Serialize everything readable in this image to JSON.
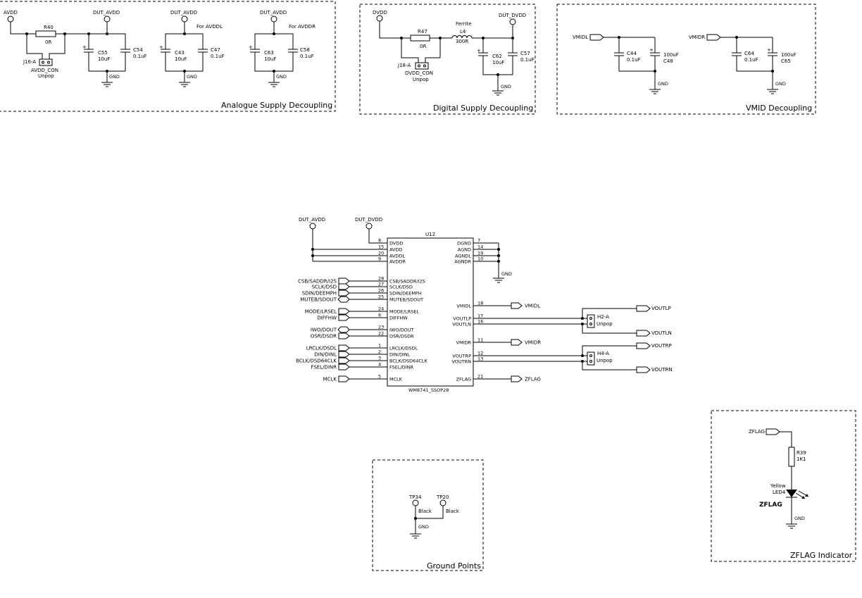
{
  "sections": {
    "analogue": "Analogue Supply Decoupling",
    "digital": "Digital Supply Decoupling",
    "vmid": "VMID Decoupling",
    "ground": "Ground Points",
    "zflag": "ZFLAG Indicator"
  },
  "analogue": {
    "avdd": "AVDD",
    "dut_avdd": "DUT_AVDD",
    "r40": "R40",
    "r40_val": "0R",
    "j16": "J16-A",
    "j16_name": "AVDD_CON",
    "j16_pop": "Unpop",
    "c55": "C55",
    "c55_val": "10uF",
    "c54": "C54",
    "c54_val": "0.1uF",
    "c43": "C43",
    "c43_val": "10uF",
    "c47": "C47",
    "c47_val": "0.1uF",
    "for_avddl": "For AVDDL",
    "c63": "C63",
    "c63_val": "10uF",
    "c58": "C58",
    "c58_val": "0.1uF",
    "for_avddr": "For AVDDR",
    "gnd": "GND"
  },
  "digital": {
    "dvdd": "DVDD",
    "dut_dvdd": "DUT_DVDD",
    "r47": "R47",
    "r47_val": "0R",
    "ferrite": "Ferrite",
    "l4": "L4",
    "l4_val": "300R",
    "j18": "J18-A",
    "j18_name": "DVDD_CON",
    "j18_pop": "Unpop",
    "c62": "C62",
    "c62_val": "10uF",
    "c57": "C57",
    "c57_val": "0.1uF",
    "gnd": "GND"
  },
  "vmid": {
    "vmidl": "VMIDL",
    "vmidr": "VMIDR",
    "c44": "C44",
    "c44_val": "0.1uF",
    "c48": "C48",
    "c48_val": "100uF",
    "c64": "C64",
    "c64_val": "0.1uF",
    "c65": "C65",
    "c65_val": "100uF",
    "gnd": "GND"
  },
  "chip": {
    "ref": "U12",
    "part": "WM8741_SSOP28",
    "dut_avdd": "DUT_AVDD",
    "dut_dvdd": "DUT_DVDD",
    "gnd": "GND",
    "left_pins": [
      {
        "num": "8",
        "name": "DVDD"
      },
      {
        "num": "15",
        "name": "AVDD"
      },
      {
        "num": "20",
        "name": "AVDDL"
      },
      {
        "num": "9",
        "name": "AVDDR"
      },
      {
        "num": "28",
        "name": "CSB/SADDR/I2S",
        "net": "CSB/SADDR/I2S"
      },
      {
        "num": "27",
        "name": "SCLK/DSD",
        "net": "SCLK/DSD"
      },
      {
        "num": "26",
        "name": "SDIN/DEEMPH",
        "net": "SDIN/DEEMPH"
      },
      {
        "num": "25",
        "name": "MUTEB/SDOUT",
        "net": "MUTEB/SDOUT"
      },
      {
        "num": "24",
        "name": "MODE/LRSEL",
        "net": "MODE/LRSEL"
      },
      {
        "num": "6",
        "name": "DIFFHW",
        "net": "DIFFHW"
      },
      {
        "num": "23",
        "name": "IWO/DOUT",
        "net": "IWO/DOUT"
      },
      {
        "num": "22",
        "name": "OSR/DSDR",
        "net": "OSR/DSDR"
      },
      {
        "num": "1",
        "name": "LRCLK/DSDL",
        "net": "LRCLK/DSDL"
      },
      {
        "num": "2",
        "name": "DIN/DINL",
        "net": "DIN/DINL"
      },
      {
        "num": "3",
        "name": "BCLK/DSD64CLK",
        "net": "BCLK/DSD64CLK"
      },
      {
        "num": "4",
        "name": "FSEL/DINR",
        "net": "FSEL/DINR"
      },
      {
        "num": "5",
        "name": "MCLK",
        "net": "MCLK"
      }
    ],
    "right_pins": [
      {
        "num": "7",
        "name": "DGND"
      },
      {
        "num": "14",
        "name": "AGND"
      },
      {
        "num": "19",
        "name": "AGNDL"
      },
      {
        "num": "10",
        "name": "AGNDR"
      },
      {
        "num": "18",
        "name": "VMIDL",
        "net": "VMIDL"
      },
      {
        "num": "17",
        "name": "VOUTLP"
      },
      {
        "num": "16",
        "name": "VOUTLN"
      },
      {
        "num": "11",
        "name": "VMIDR",
        "net": "VMIDR"
      },
      {
        "num": "12",
        "name": "VOUTRP"
      },
      {
        "num": "13",
        "name": "VOUTRN"
      },
      {
        "num": "21",
        "name": "ZFLAG",
        "net": "ZFLAG"
      }
    ],
    "h2": "H2-A",
    "h2_pop": "Unpop",
    "h4": "H4-A",
    "h4_pop": "Unpop",
    "voutlp": "VOUTLP",
    "voutln": "VOUTLN",
    "voutrp": "VOUTRP",
    "voutrn": "VOUTRN"
  },
  "ground": {
    "tp34": "TP34",
    "tp34_val": "Black",
    "tp20": "TP20",
    "tp20_val": "Black",
    "gnd": "GND"
  },
  "zflag": {
    "net": "ZFLAG",
    "r39": "R39",
    "r39_val": "1K1",
    "led_color": "Yellow",
    "led": "LED4",
    "label": "ZFLAG",
    "gnd": "GND"
  }
}
